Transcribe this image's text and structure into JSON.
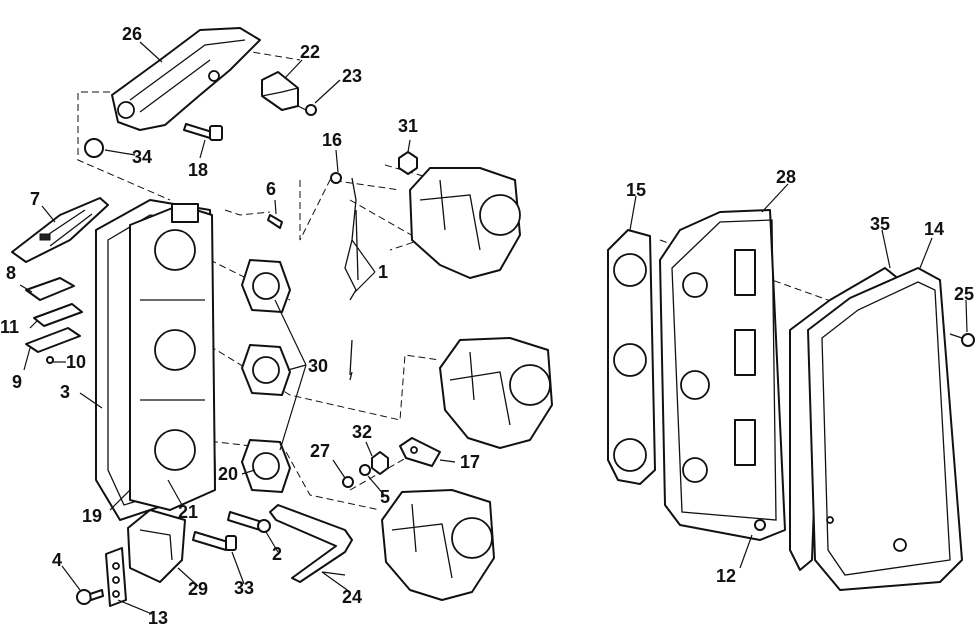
{
  "diagram": {
    "callouts": [
      "1",
      "2",
      "3",
      "4",
      "5",
      "6",
      "7",
      "8",
      "9",
      "10",
      "11",
      "12",
      "13",
      "14",
      "15",
      "16",
      "17",
      "18",
      "19",
      "20",
      "21",
      "22",
      "23",
      "24",
      "25",
      "26",
      "27",
      "28",
      "29",
      "30",
      "31",
      "32",
      "33",
      "34",
      "35"
    ]
  },
  "colors": {
    "ink": "#111111",
    "paper": "#ffffff"
  }
}
